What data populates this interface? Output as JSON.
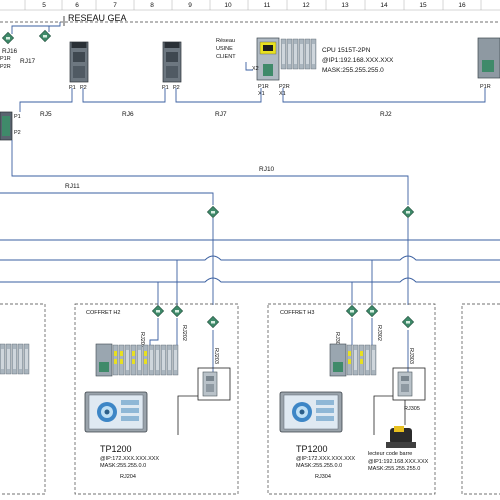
{
  "header": {
    "columns": [
      "5",
      "6",
      "7",
      "8",
      "9",
      "10",
      "11",
      "12",
      "13",
      "14",
      "15",
      "16"
    ]
  },
  "network": {
    "gea_label": "RESEAU GEA",
    "reseau_line1": "Réseau",
    "reseau_line2": "USINE",
    "reseau_line3": "CLIENT"
  },
  "cpu": {
    "name": "CPU 1515T-2PN",
    "ip": "@IP1:192.168.XXX.XXX",
    "mask": "MASK:255.255.255.0",
    "port_x1": "X1",
    "port_x2": "X2",
    "port_p1r": "P1R",
    "port_p2r": "P2R"
  },
  "links": {
    "rj16": "RJ16",
    "rj17": "RJ17",
    "rj5": "RJ5",
    "rj6": "RJ6",
    "rj7": "RJ7",
    "rj2": "RJ2",
    "rj10": "RJ10",
    "rj11": "RJ11"
  },
  "ports": {
    "p1": "P1",
    "p2": "P2",
    "p1r": "P1R",
    "p2r": "P2R"
  },
  "coffret_h2": {
    "title": "COFFRET H2",
    "rj201": "RJ201",
    "rj202": "RJ202",
    "rj203": "RJ203",
    "hmi_name": "TP1200",
    "hmi_ip": "@IP:172.XXX.XXX.XXX",
    "hmi_mask": "MASK:255.255.0.0",
    "hmi_link": "RJ204"
  },
  "coffret_h3": {
    "title": "COFFRET H3",
    "rj301": "RJ301",
    "rj302": "RJ302",
    "rj303": "RJ303",
    "rj305": "RJ305",
    "hmi_name": "TP1200",
    "hmi_ip": "@IP:172.XXX.XXX.XXX",
    "hmi_mask": "MASK:255.255.0.0",
    "hmi_link": "RJ304",
    "scanner_label_line1": "lecteur code barre",
    "scanner_ip": "@IP1:192.168.XXX.XXX",
    "scanner_mask": "MASK:255.255.255.0"
  },
  "colors": {
    "wire": "#3a5fa0",
    "coupler": "#3f8a6a",
    "device": "#5a6570",
    "module": "#9aa6b0",
    "highlight": "#e8e020"
  }
}
